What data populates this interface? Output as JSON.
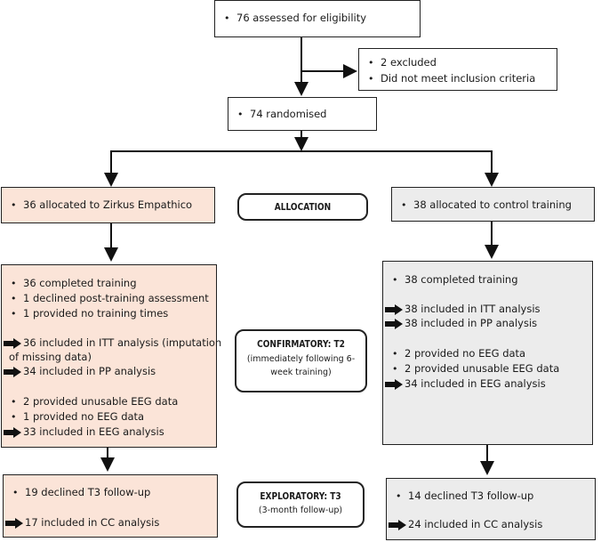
{
  "enrolment": {
    "assessed": "76 assessed for eligibility",
    "excluded": [
      "2 excluded",
      "Did not meet inclusion criteria"
    ],
    "randomised": "74 randomised"
  },
  "allocation": {
    "label": "ALLOCATION",
    "left": "36 allocated to Zirkus Empathico",
    "right": "38 allocated to control training"
  },
  "t2": {
    "label": "CONFIRMATORY: T2",
    "sub": [
      "(immediately following 6-",
      "week training)"
    ],
    "left": {
      "line1": "36 completed training",
      "line2": "1 declined post-training assessment",
      "line3": "1 provided no training times",
      "line4a": "36 included in ITT analysis (imputation",
      "line4b": "of missing data)",
      "line5": "34 included in PP analysis",
      "line6": "2 provided unusable EEG data",
      "line7": "1 provided no EEG data",
      "line8": "33 included in EEG analysis"
    },
    "right": {
      "line1": "38 completed training",
      "line2": "38 included in ITT analysis",
      "line3": "38 included in PP analysis",
      "line4": "2 provided no EEG data",
      "line5": "2 provided unusable EEG data",
      "line6": "34 included in EEG analysis"
    }
  },
  "t3": {
    "label": "EXPLORATORY: T3",
    "sub": "(3-month follow-up)",
    "left": {
      "line1": "19 declined T3 follow-up",
      "line2": "17 included in CC analysis"
    },
    "right": {
      "line1": "14 declined T3 follow-up",
      "line2": "24 included in CC analysis"
    }
  },
  "colors": {
    "intervention": "#fbe4d8",
    "control": "#ececec",
    "border": "#222222"
  },
  "icons": {
    "bullet": "bullet-dot",
    "pointer": "right-arrow-icon"
  }
}
